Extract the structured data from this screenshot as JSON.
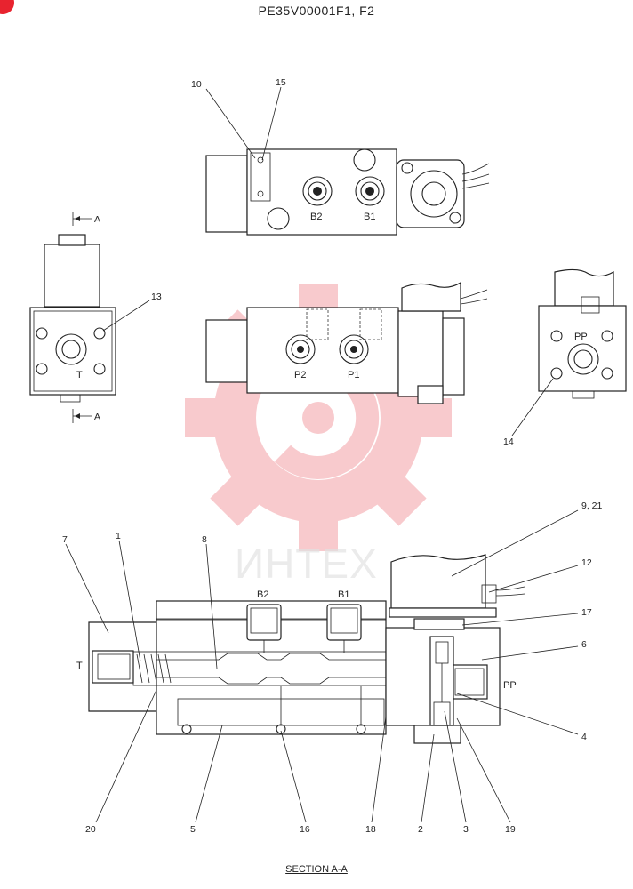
{
  "title": "PE35V00001F1, F2",
  "watermark": {
    "text": "ИНТЕХ",
    "color": "#f4a0a6"
  },
  "accent_color": "#e8232f",
  "section_caption": "SECTION  A-A",
  "view_labels": {
    "top_ports": [
      "B2",
      "B1"
    ],
    "front_ports": [
      "P2",
      "P1"
    ],
    "side_port": "T",
    "right_port": "PP",
    "section_marker": "A"
  },
  "section_labels": {
    "ports_top": [
      "B2",
      "B1"
    ],
    "port_left": "T",
    "port_right": "PP"
  },
  "part_numbers": {
    "p10": "10",
    "p15": "15",
    "p13": "13",
    "p14": "14",
    "p7": "7",
    "p1": "1",
    "p8": "8",
    "p9_21": "9, 21",
    "p12": "12",
    "p17": "17",
    "p6": "6",
    "p4": "4",
    "p20": "20",
    "p5": "5",
    "p16": "16",
    "p18": "18",
    "p2": "2",
    "p3": "3",
    "p19": "19"
  }
}
